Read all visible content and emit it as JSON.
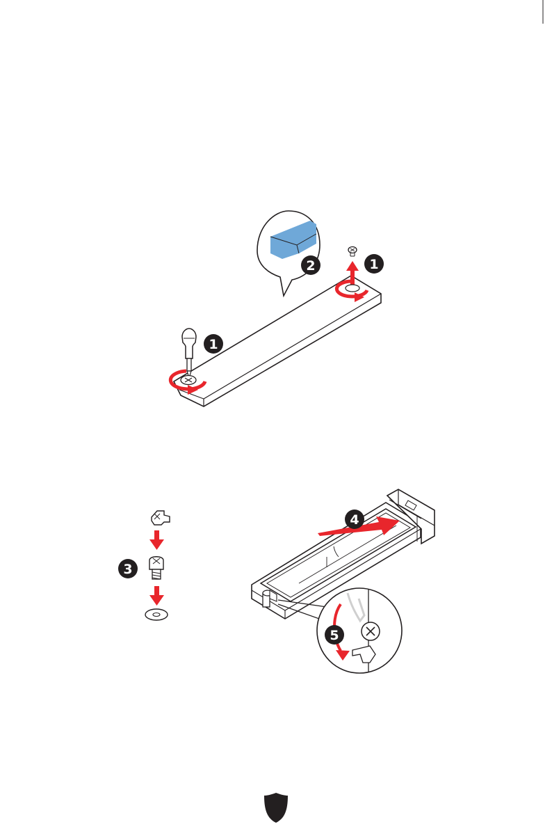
{
  "colors": {
    "line": "#231f20",
    "accent_red": "#e8262c",
    "tape_blue": "#6fa8d8",
    "badge_fill": "#231f20",
    "background": "#ffffff"
  },
  "steps": {
    "remove_screw_left": "1",
    "remove_screw_right": "1",
    "peel_film": "2",
    "install_standoff": "3",
    "insert_ssd": "4",
    "rotate_latch": "5"
  },
  "icons": {
    "footer": "shield-logo-icon",
    "screwdriver": "screwdriver-icon",
    "screw": "screw-icon",
    "standoff": "standoff-icon",
    "washer": "washer-icon",
    "latch": "ez-latch-icon"
  }
}
